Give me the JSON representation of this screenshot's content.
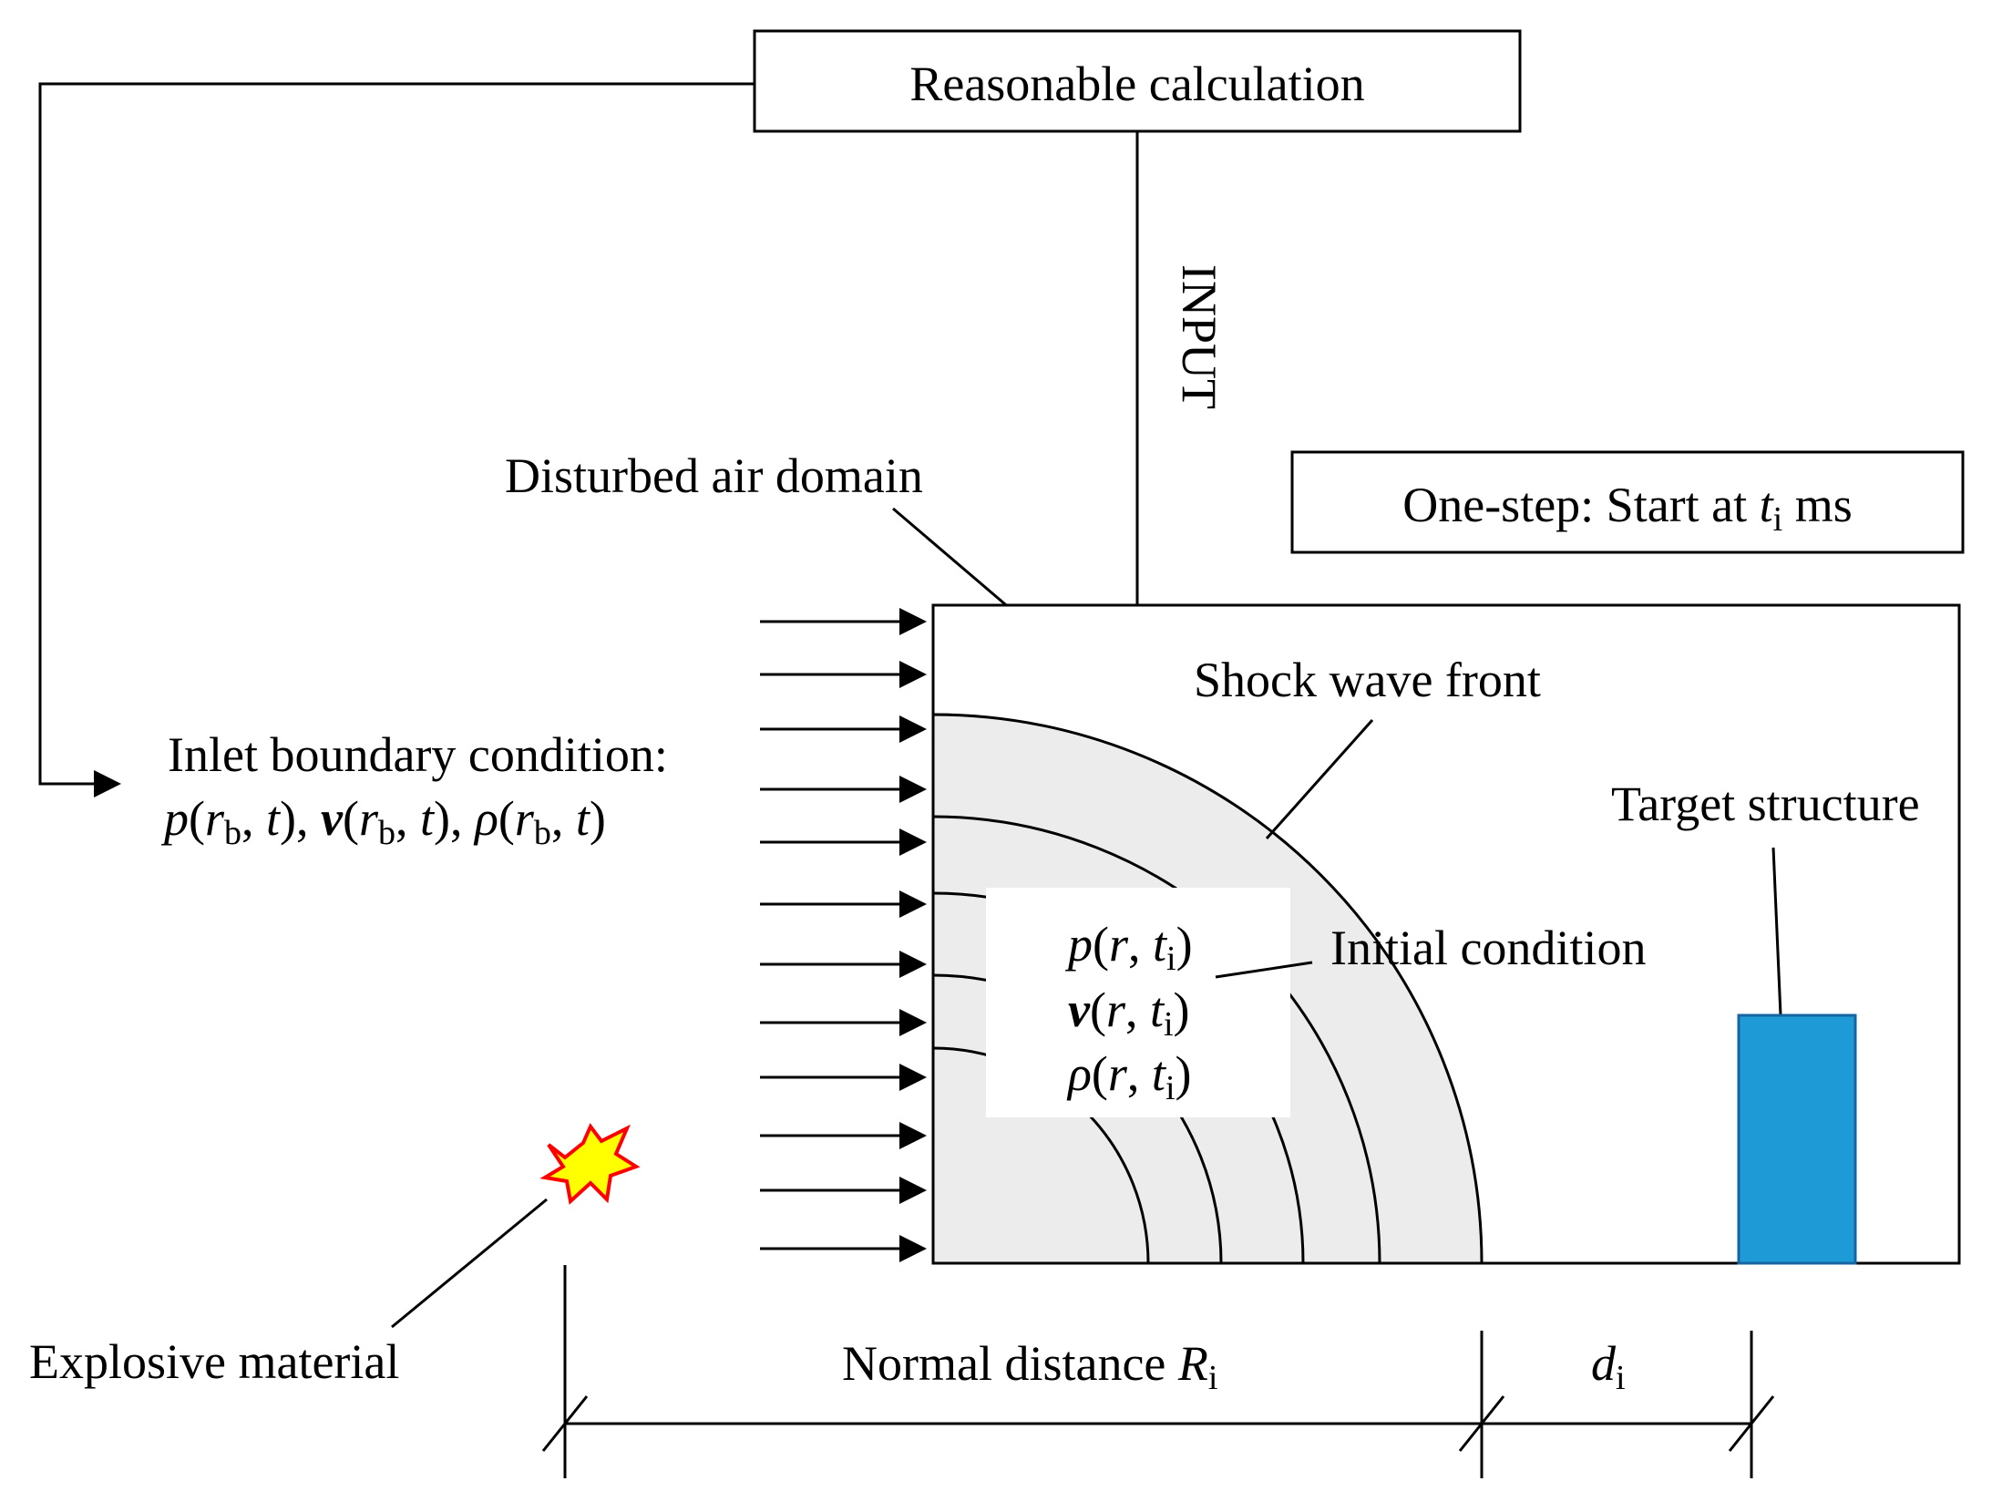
{
  "labels": {
    "reasonable_calculation": "Reasonable calculation",
    "input": "INPUT",
    "disturbed_air_domain": "Disturbed air domain",
    "one_step_prefix": "One-step: Start at ",
    "one_step_var": "t",
    "one_step_sub": "i",
    "one_step_suffix": " ms",
    "inlet_boundary_condition": "Inlet boundary condition:",
    "inlet_p": "p",
    "inlet_v": "v",
    "inlet_rho": "ρ",
    "inlet_open": "(",
    "inlet_r": "r",
    "inlet_b": "b",
    "inlet_t": "t",
    "inlet_close_comma": "), ",
    "inlet_close": ")",
    "inlet_comma": ", ",
    "shock_wave_front": "Shock wave front",
    "target_structure": "Target structure",
    "initial_condition": "Initial condition",
    "init_p": "p",
    "init_v": "v",
    "init_rho": "ρ",
    "init_open": "(",
    "init_r": "r",
    "init_comma": ", ",
    "init_t": "t",
    "init_sub": "i",
    "init_close": ")",
    "explosive_material": "Explosive material",
    "normal_distance_prefix": "Normal distance ",
    "normal_distance_var": "R",
    "normal_distance_sub": "i",
    "standoff_var": "d",
    "standoff_sub": "i"
  },
  "colors": {
    "wave_region_fill": "#ececec",
    "target_fill": "#1e9bd7",
    "target_stroke": "#1565a0",
    "explosion_fill": "#ffff00",
    "explosion_stroke": "#ff0000",
    "line": "#000000"
  }
}
